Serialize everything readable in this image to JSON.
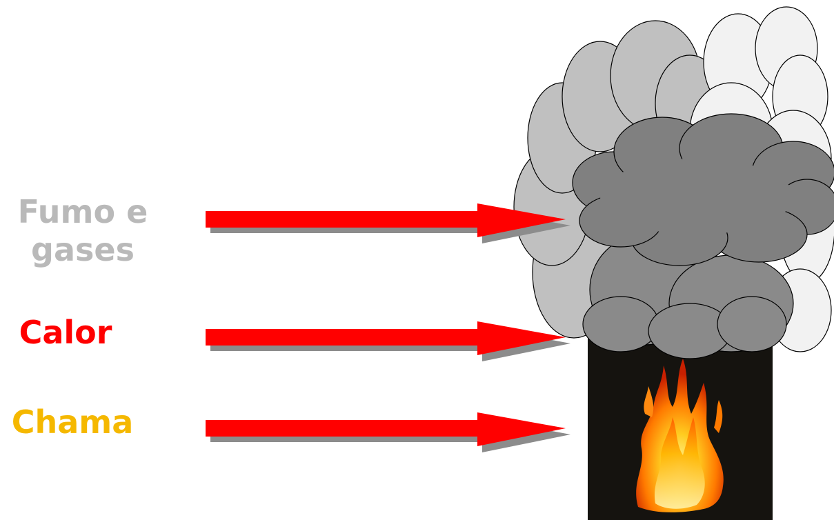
{
  "labels": {
    "smoke": {
      "line1": "Fumo e",
      "line2": "gases",
      "color": "#b9b9b9"
    },
    "heat": {
      "text": "Calor",
      "color": "#ff0000"
    },
    "flame": {
      "text": "Chama",
      "color": "#f5b800"
    }
  },
  "colors": {
    "arrow": "#ff0000",
    "arrow_shadow": "#8c8c8c",
    "smoke_light": "#c0c0c0",
    "smoke_white": "#f2f2f2",
    "smoke_dark": "#808080",
    "chimney": "#15130f"
  }
}
